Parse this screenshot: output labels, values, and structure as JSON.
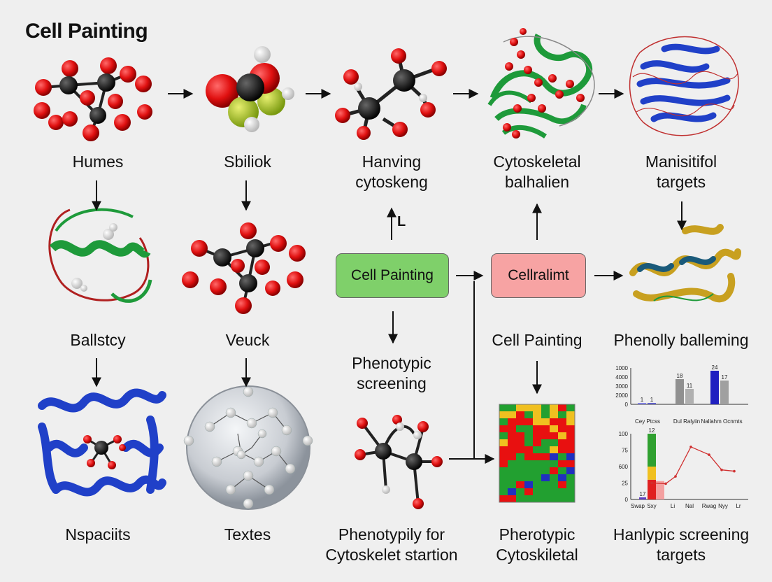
{
  "title": "Cell Painting",
  "labels": {
    "row1": [
      "Humes",
      "Sbiliok",
      "Hanving cytoskeng",
      "Cytoskeletal balhalien",
      "Manisitifol targets"
    ],
    "row2": [
      "Ballstcy",
      "Veuck",
      "Phenotypic screening",
      "Cell Painting",
      "Phenolly balleming"
    ],
    "row3": [
      "Nspaciits",
      "Textes",
      "Phenotypily for Cytoskelet startion",
      "Pherotypic Cytoskiletal",
      "Hanlypic screening targets"
    ]
  },
  "row1_lines": [
    [
      "Humes"
    ],
    [
      "Sbiliok"
    ],
    [
      "Hanving",
      "cytoskeng"
    ],
    [
      "Cytoskeletal",
      "balhalien"
    ],
    [
      "Manisitifol",
      "targets"
    ]
  ],
  "row2_lines": [
    [
      "Ballstcy"
    ],
    [
      "Veuck"
    ],
    [
      "Phenotypic",
      "screening"
    ],
    [
      "Cell Painting"
    ],
    [
      "Phenolly balleming"
    ]
  ],
  "row3_lines": [
    [
      "Nspaciits"
    ],
    [
      "Textes"
    ],
    [
      "Phenotypily for",
      "Cytoskelet startion"
    ],
    [
      "Pherotypic",
      "Cytoskiletal"
    ],
    [
      "Hanlypic screening",
      "targets"
    ]
  ],
  "boxes": {
    "green": {
      "label": "Cell Painting",
      "color": "#7fd06a"
    },
    "pink": {
      "label": "Cellralimt",
      "color": "#f7a3a3"
    }
  },
  "arrow_tag": "L",
  "colors": {
    "red_atom": "#e01010",
    "black_atom": "#111111",
    "helix_blue": "#2040c8",
    "helix_green": "#1e9a3a",
    "helix_gold": "#c8a020"
  },
  "bar_chart": {
    "type": "bar",
    "yticks": [
      "1000",
      "4000",
      "3000",
      "2000",
      "0"
    ],
    "categories": [
      "Cey Ptcss",
      "Dul Ralyiin",
      "Nallahm Ocnmts"
    ],
    "bar_labels": [
      "1",
      "1",
      "18",
      "11",
      "24",
      "17"
    ],
    "values": [
      1,
      1,
      18,
      11,
      24,
      17
    ],
    "colors": [
      "#8080e0",
      "#6060c8",
      "#909090",
      "#b0b0b0",
      "#2020c0",
      "#a0a0a0"
    ]
  },
  "line_chart": {
    "type": "line",
    "yticks": [
      "100",
      "75",
      "600",
      "25",
      "0"
    ],
    "categories": [
      "Swap",
      "Sxy",
      "Li",
      "Nal",
      "Rwag",
      "Nyy",
      "Lr"
    ],
    "bar_labels": [
      "17",
      "12"
    ],
    "stack": [
      {
        "color": "#e02020",
        "value": 30
      },
      {
        "color": "#f0c020",
        "value": 20
      },
      {
        "color": "#30a030",
        "value": 50
      }
    ],
    "pink_bar": 28,
    "line_values": [
      25,
      24,
      35,
      80,
      68,
      45,
      43
    ]
  },
  "heatmap_colors": [
    "#e81010",
    "#f0c020",
    "#22a030",
    "#2030c0"
  ]
}
